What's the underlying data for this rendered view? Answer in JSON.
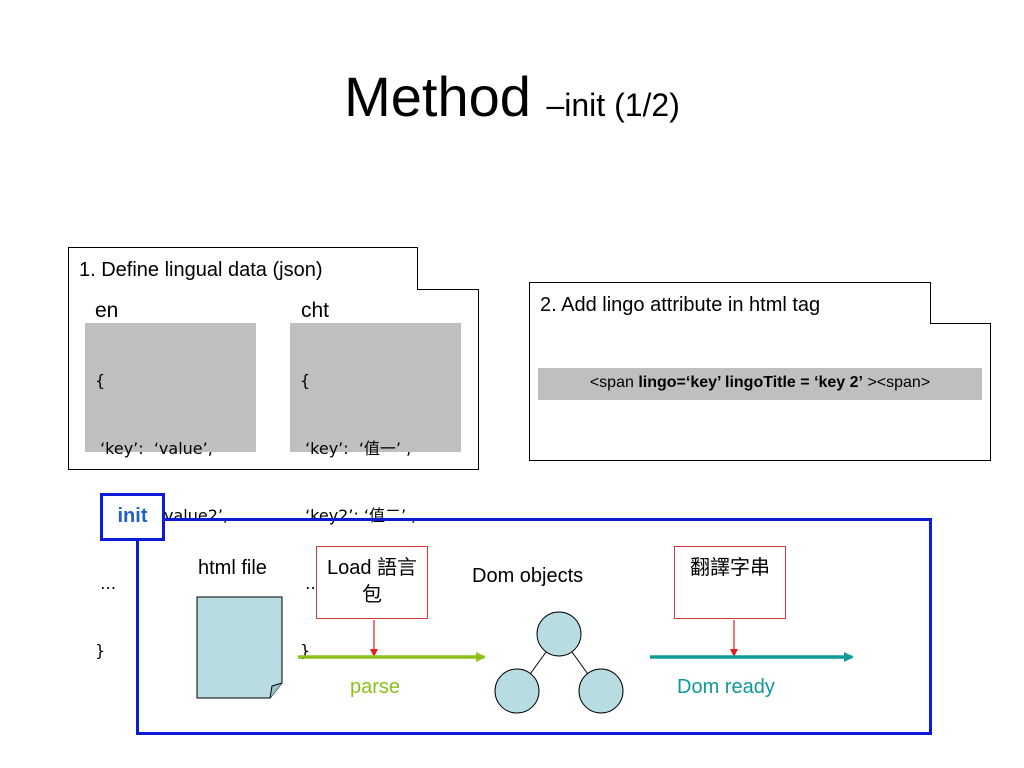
{
  "title": {
    "main": "Method ",
    "sub": "–init (1/2)"
  },
  "step1": {
    "label": "1. Define lingual data (json)",
    "en": {
      "lang": "en",
      "lines": [
        "{",
        " ‘key’:  ‘value’,",
        " ‘key2’: ‘value2’,",
        " …",
        "}"
      ]
    },
    "cht": {
      "lang": "cht",
      "lines": [
        "{",
        " ‘key’:  ‘值一’ ,",
        " ‘key2’: ‘值二’ ,",
        " …",
        "}"
      ]
    }
  },
  "step2": {
    "label": "2. Add lingo attribute in html tag",
    "snippet": {
      "pre": "<span ",
      "bold": "lingo=‘key’ lingoTitle = ‘key 2’",
      "post": " ><span>"
    }
  },
  "init": {
    "label": "init",
    "html_file": "html file",
    "load_box": "Load 語言包",
    "dom_objects": "Dom objects",
    "translate_box": "翻譯字串",
    "parse": "parse",
    "dom_ready": "Dom ready"
  },
  "colors": {
    "frame_blue": "#0b1bd8",
    "init_text": "#2060c8",
    "parse_green": "#8cc11a",
    "ready_teal": "#0e9a9a",
    "red": "#e02020",
    "node_fill": "#b7dde2",
    "code_gray": "#bfbfbf"
  },
  "icons": {
    "file": "document-icon",
    "tree": "tree-diagram-icon"
  }
}
